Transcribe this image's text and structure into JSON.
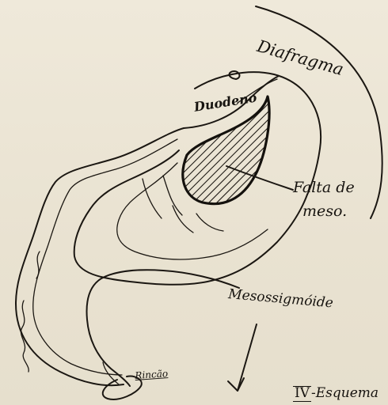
{
  "figure": {
    "numeral": "IV",
    "separator": "-",
    "caption": "Esquema"
  },
  "labels": {
    "diafragma": "Diafragma",
    "duodeno": "Duodeno",
    "falta_de": "Falta de",
    "meso": "meso.",
    "mesossigmoide": "Mesossigmóide",
    "rincao": "Rincão"
  }
}
